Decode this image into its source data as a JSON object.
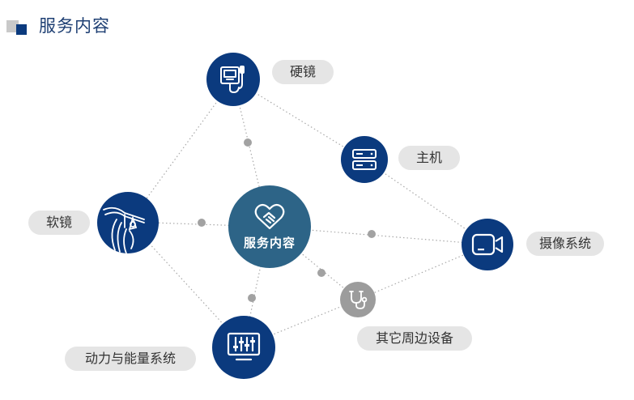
{
  "header": {
    "title": "服务内容"
  },
  "center": {
    "label": "服务内容"
  },
  "nodes": {
    "rigid_scope": "硬镜",
    "host": "主机",
    "flexible_scope": "软镜",
    "camera_system": "摄像系统",
    "other_equipment": "其它周边设备",
    "power_energy": "动力与能量系统"
  },
  "colors": {
    "dark_blue": "#0b3a7e",
    "center_blue": "#2d6487",
    "gray": "#9c9c9c",
    "pill_bg": "#e5e5e5"
  },
  "icons": {
    "rigid_scope": "endoscope-device-icon",
    "host": "server-icon",
    "flexible_scope": "flexible-endoscope-icon",
    "camera_system": "video-camera-icon",
    "other_equipment": "stethoscope-icon",
    "power_energy": "equalizer-monitor-icon",
    "center": "heart-handshake-icon"
  }
}
